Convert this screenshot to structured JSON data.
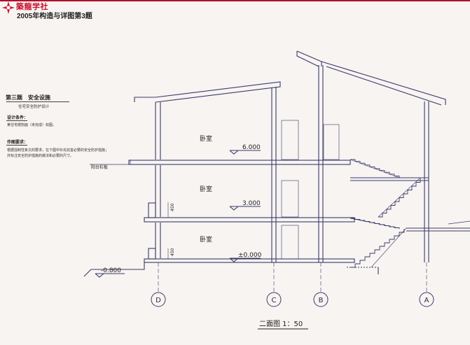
{
  "header": {
    "brand": "築龍学社",
    "doc_title": "2005年构造与详图第3题"
  },
  "question": {
    "heading": "第三题　安全设施",
    "subtitle": "住宅安全防护设计",
    "conditions_label": "设计条件：",
    "conditions_text": "某住宅楼剖面（未完成）如图。",
    "requirements_label": "作图要求：",
    "requirements_lines": [
      "根据强制性条文的要求，在下图中补充完善必要的安全防护措施；",
      "并标注安全防护措施的做法和必要的尺寸。"
    ]
  },
  "drawing": {
    "room_labels": [
      "卧室",
      "卧室",
      "卧室"
    ],
    "elevations": [
      "6.000",
      "3.000",
      "±0.000"
    ],
    "ground_elevation": "-0.800",
    "balcony_label": "阳台栏板",
    "dim_marks": [
      "450",
      "450"
    ],
    "axes": [
      "D",
      "C",
      "B",
      "A"
    ],
    "caption": "二面图 1：50",
    "line_color": "#3a3a6a"
  }
}
